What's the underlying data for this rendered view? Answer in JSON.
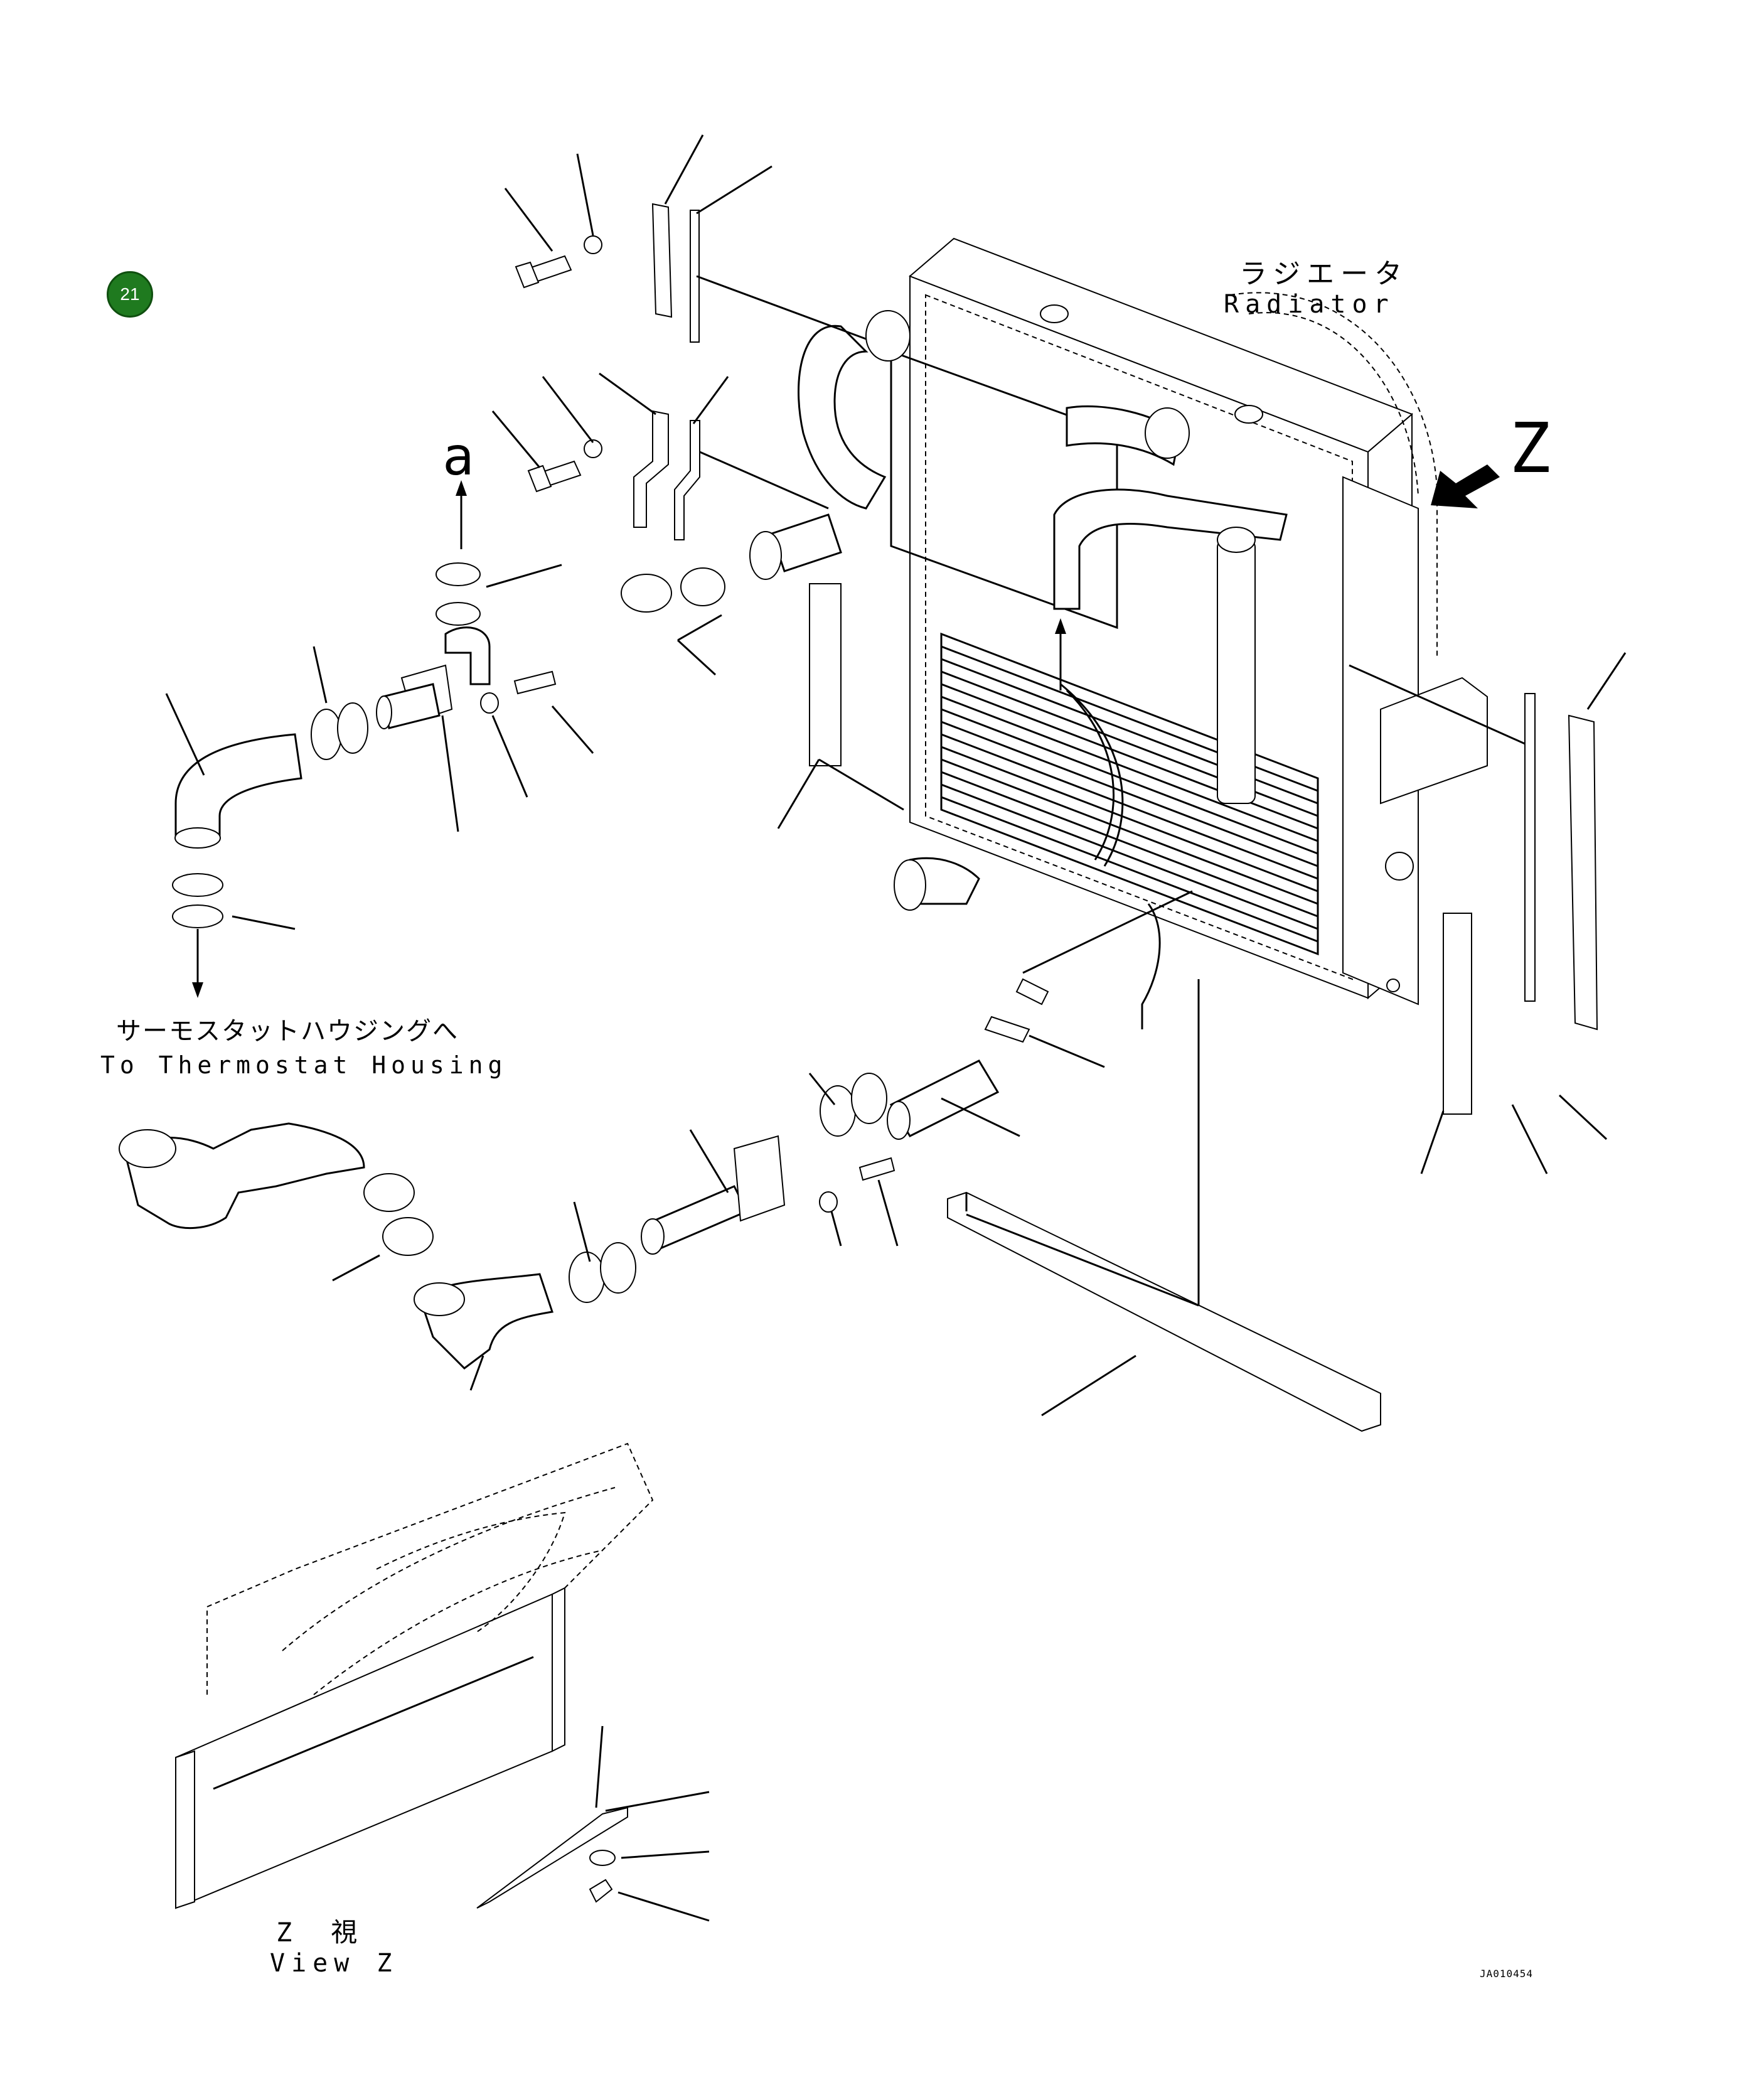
{
  "diagram": {
    "badge": "21",
    "labels": {
      "radiator_jp": "ラジエータ",
      "radiator_en": "Radiator",
      "view_marker": "Z",
      "arrow_a_left": "a",
      "arrow_a_center": "a",
      "thermostat_jp": "サーモスタットハウジングへ",
      "thermostat_en": "To Thermostat Housing",
      "view_z_jp": "Z　視",
      "view_z_en": "View Z",
      "drawing_code": "JA010454"
    },
    "colors": {
      "badge": "#1f7a1f",
      "ink": "#000000",
      "paper": "#ffffff"
    }
  }
}
